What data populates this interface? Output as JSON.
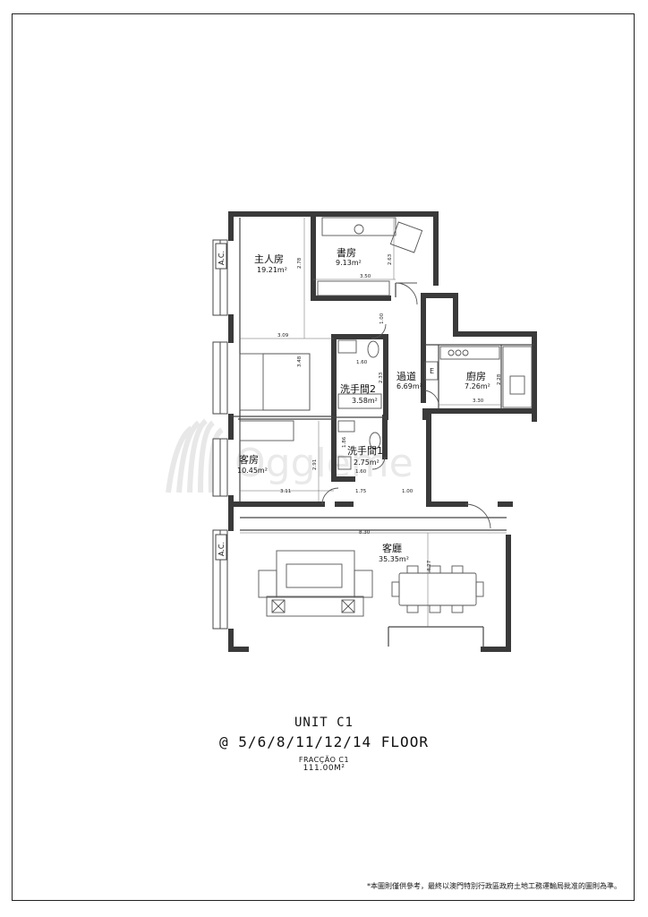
{
  "rooms": {
    "master": {
      "name": "主人房",
      "area": "19.21m²"
    },
    "study": {
      "name": "書房",
      "area": "9.13m²"
    },
    "corridor": {
      "name": "過道",
      "area": "6.69m²"
    },
    "kitchen": {
      "name": "廚房",
      "area": "7.26m²"
    },
    "bath2": {
      "name": "洗手間2",
      "area": "3.58m²"
    },
    "guest": {
      "name": "客房",
      "area": "10.45m²"
    },
    "bath1": {
      "name": "洗手間1",
      "area": "2.75m²"
    },
    "living": {
      "name": "客廳",
      "area": "35.35m²"
    }
  },
  "dimensions": {
    "d_278": "2.78",
    "d_263": "2.63",
    "d_350": "3.50",
    "d_100a": "1.00",
    "d_309": "3.09",
    "d_348": "3.48",
    "d_160a": "1.60",
    "d_233": "2.33",
    "d_228": "2.28",
    "d_330": "3.30",
    "d_186": "1.86",
    "d_291": "2.91",
    "d_160b": "1.60",
    "d_311": "3.11",
    "d_175": "1.75",
    "d_100b": "1.00",
    "d_830": "8.30",
    "d_427": "4.27"
  },
  "ac_label": "A.C.",
  "appliance_label": "E",
  "watermark": "Oggleme",
  "title": {
    "unit": "UNIT C1",
    "floors": "@ 5/6/8/11/12/14 FLOOR",
    "fraction": "FRACÇÃO C1",
    "area": "111.00M²"
  },
  "disclaimer": "*本圖則僅供參考，最終以澳門特別行政區政府土地工務運輸局批准的圖則為準。"
}
